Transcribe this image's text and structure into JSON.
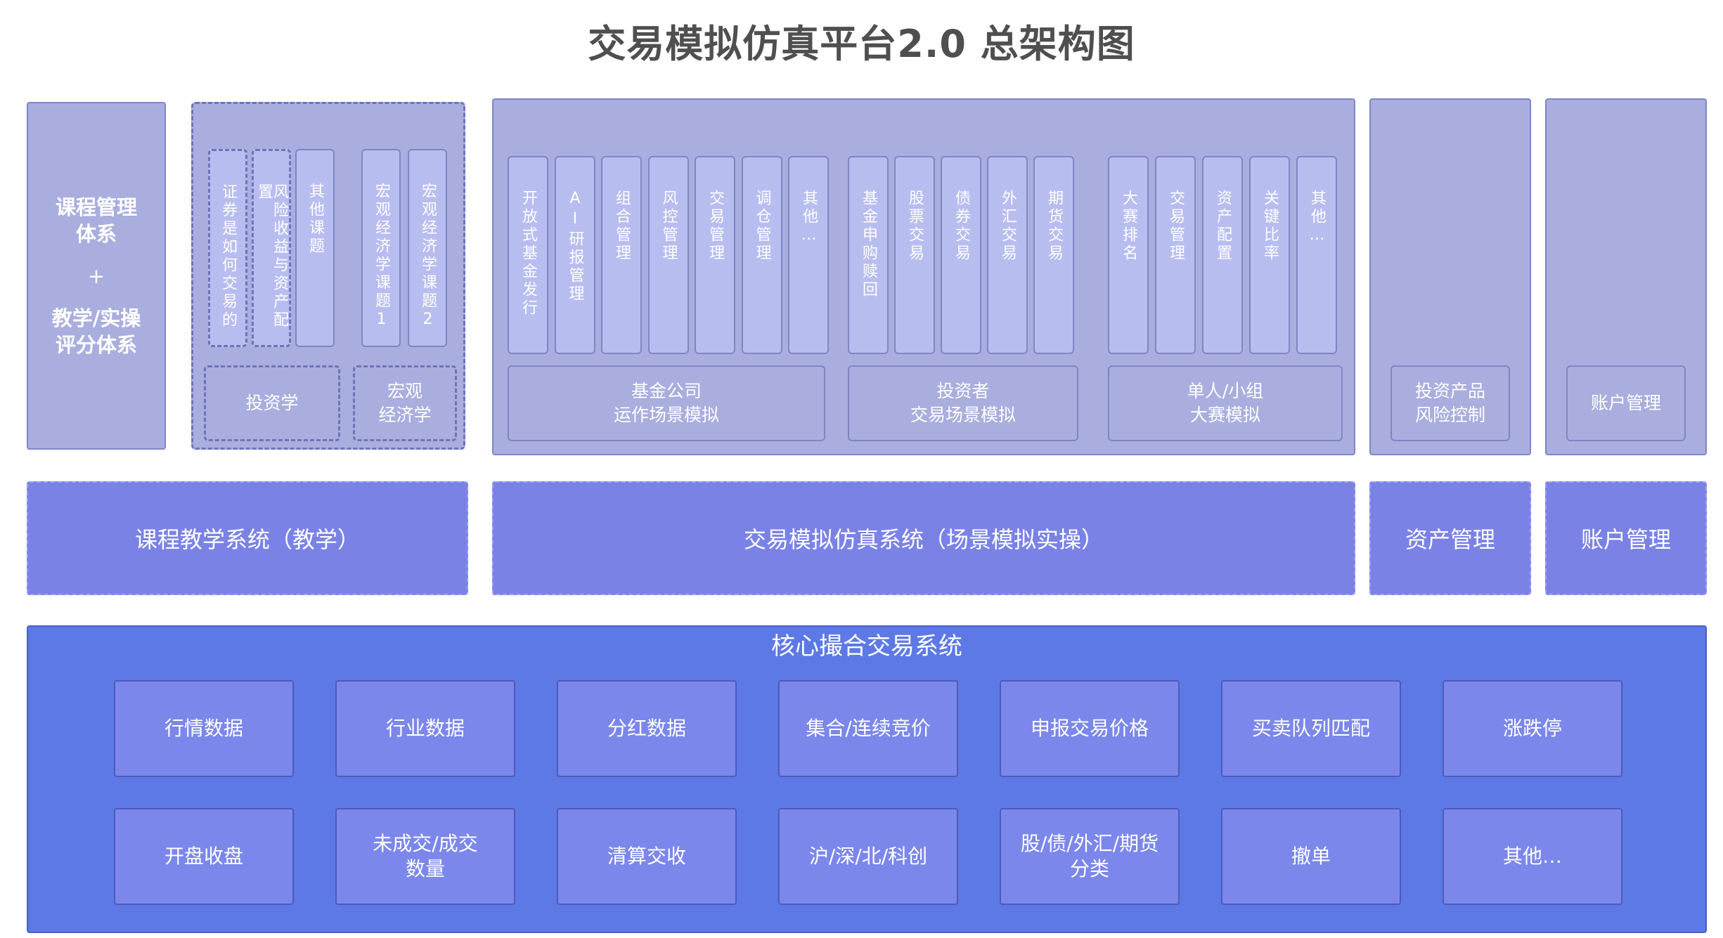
{
  "title": "交易模拟仿真平台2.0 总架构图",
  "course_mgmt": {
    "line1": "课程管理",
    "line2": "体系",
    "plus": "+",
    "line3": "教学/实操",
    "line4": "评分体系"
  },
  "investment_group": {
    "columns": [
      "证券是如何交易的",
      "风险收益与资产配置",
      "其他课题",
      "宏观经济学课题1",
      "宏观经济学课题2"
    ],
    "sub_investment": "投资学",
    "sub_macro_line1": "宏观",
    "sub_macro_line2": "经济学"
  },
  "sim_group": {
    "fund_columns": [
      "开放式基金发行",
      "AI研报管理",
      "组合管理",
      "风控管理",
      "交易管理",
      "调仓管理",
      "其他…"
    ],
    "fund_label_line1": "基金公司",
    "fund_label_line2": "运作场景模拟",
    "investor_columns": [
      "基金申购赎回",
      "股票交易",
      "债券交易",
      "外汇交易",
      "期货交易"
    ],
    "investor_label_line1": "投资者",
    "investor_label_line2": "交易场景模拟",
    "contest_columns": [
      "大赛排名",
      "交易管理",
      "资产配置",
      "关键比率",
      "其他…"
    ],
    "contest_label_line1": "单人/小组",
    "contest_label_line2": "大赛模拟"
  },
  "asset_panel": {
    "line1": "投资产品",
    "line2": "风险控制"
  },
  "account_panel": {
    "label": "账户管理"
  },
  "systems": {
    "teaching": "课程教学系统（教学）",
    "simulation": "交易模拟仿真系统（场景模拟实操）",
    "asset": "资产管理",
    "account": "账户管理"
  },
  "core": {
    "title": "核心撮合交易系统",
    "row1": [
      "行情数据",
      "行业数据",
      "分红数据",
      "集合/连续竞价",
      "申报交易价格",
      "买卖队列匹配",
      "涨跌停"
    ],
    "row2": [
      {
        "l1": "开盘收盘",
        "l2": ""
      },
      {
        "l1": "未成交/成交",
        "l2": "数量"
      },
      {
        "l1": "清算交收",
        "l2": ""
      },
      {
        "l1": "沪/深/北/科创",
        "l2": ""
      },
      {
        "l1": "股/债/外汇/期货",
        "l2": "分类"
      },
      {
        "l1": "撤单",
        "l2": ""
      },
      {
        "l1": "其他…",
        "l2": ""
      }
    ]
  },
  "colors": {
    "panel": "#a9aede",
    "column": "#b8bdf0",
    "system_bar": "#7b82e6",
    "core_bg": "#5d79e6",
    "core_tile": "#7b87ea"
  }
}
